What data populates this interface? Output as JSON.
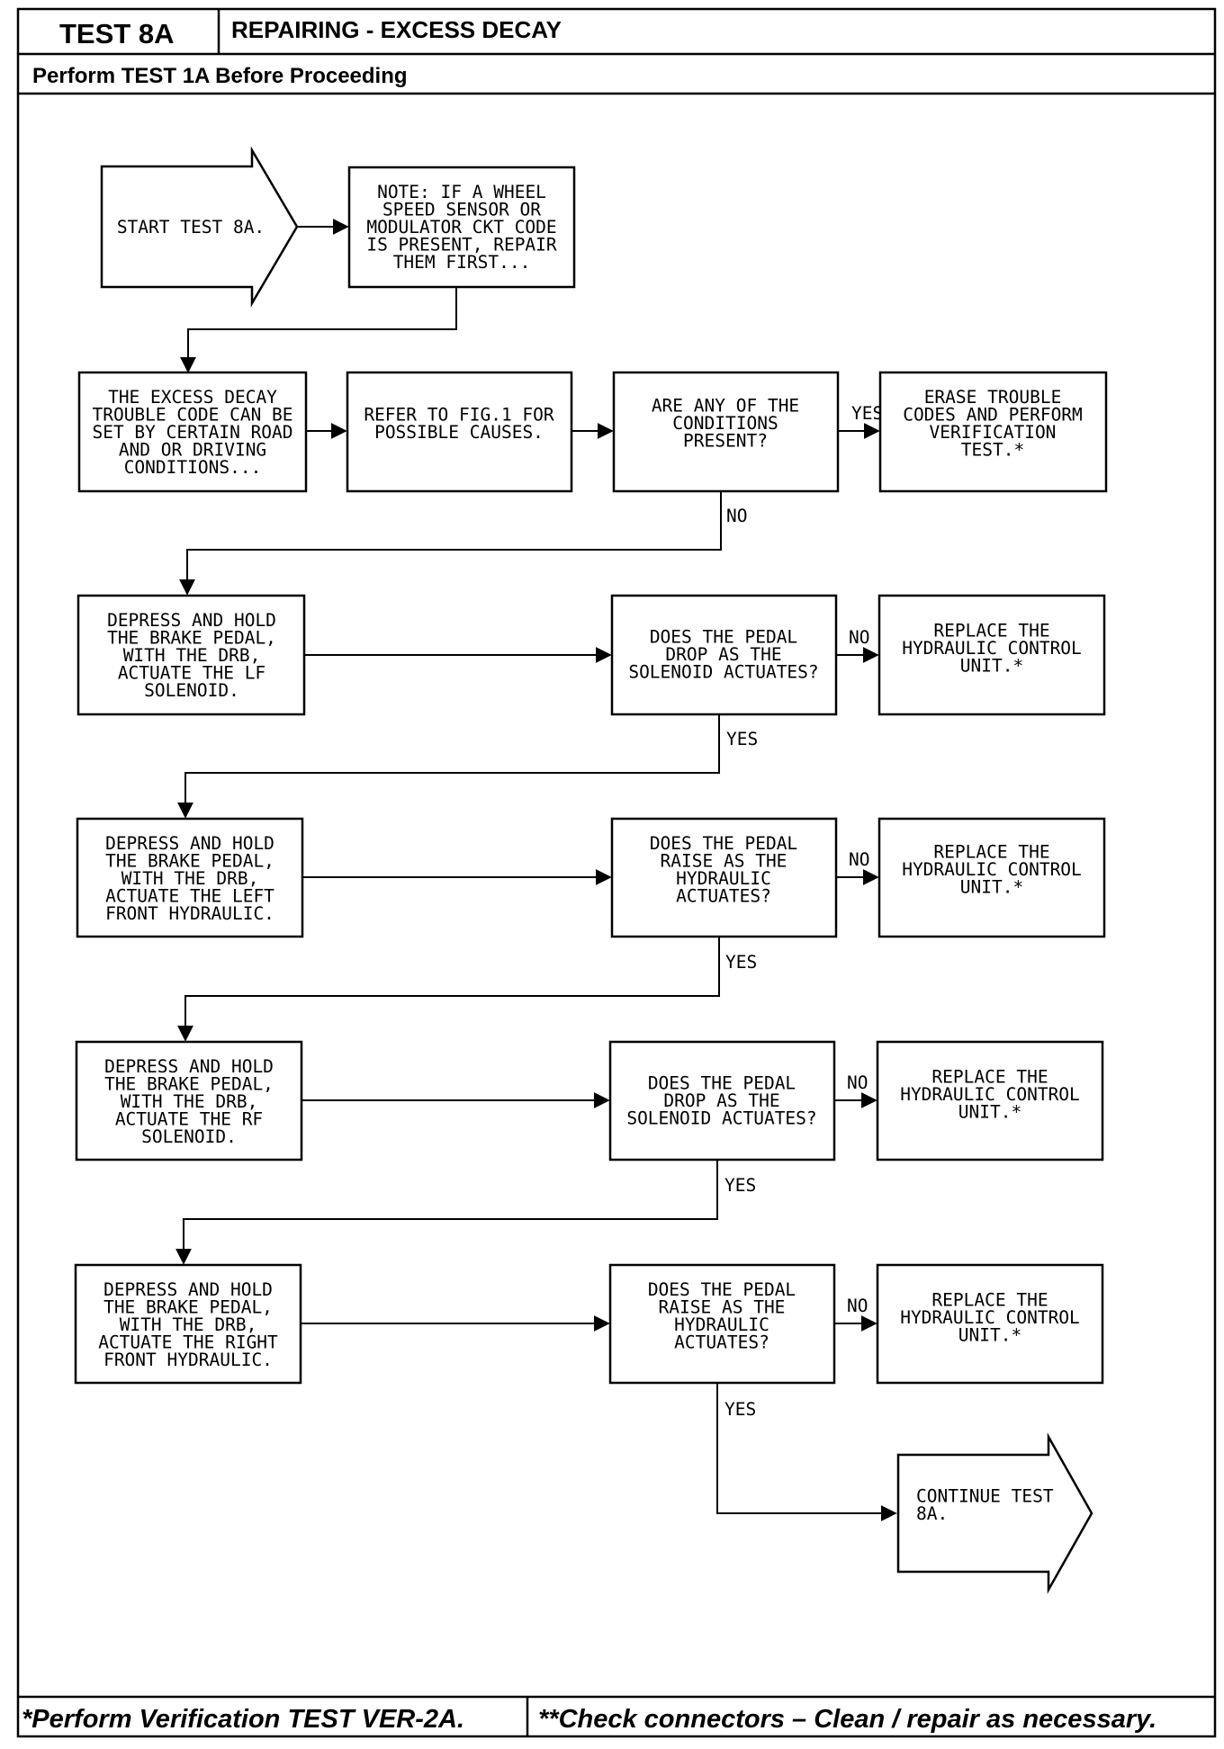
{
  "header": {
    "test_id": "TEST 8A",
    "title": "REPAIRING - EXCESS DECAY",
    "prerequisite": "Perform TEST 1A Before Proceeding"
  },
  "flowchart": {
    "start": [
      "START TEST 8A."
    ],
    "note": [
      "NOTE: IF A WHEEL",
      "SPEED SENSOR OR",
      "MODULATOR CKT CODE",
      "IS PRESENT, REPAIR",
      "THEM FIRST..."
    ],
    "excess_decay": [
      "THE EXCESS DECAY",
      "TROUBLE CODE CAN BE",
      "SET BY CERTAIN ROAD",
      "AND OR DRIVING",
      "CONDITIONS..."
    ],
    "refer_fig": [
      "REFER TO FIG.1 FOR",
      "POSSIBLE CAUSES."
    ],
    "conditions_q": [
      "ARE ANY OF THE",
      "CONDITIONS",
      "PRESENT?"
    ],
    "erase_codes": [
      "ERASE TROUBLE",
      "CODES AND PERFORM",
      "VERIFICATION",
      "TEST.*"
    ],
    "step_lf_sol": [
      "DEPRESS AND HOLD",
      "THE BRAKE PEDAL,",
      "WITH THE DRB,",
      "ACTUATE THE LF",
      "SOLENOID."
    ],
    "q_lf_sol": [
      "DOES THE PEDAL",
      "DROP AS THE",
      "SOLENOID ACTUATES?"
    ],
    "replace_1": [
      "REPLACE THE",
      "HYDRAULIC CONTROL",
      "UNIT.*"
    ],
    "step_lf_hyd": [
      "DEPRESS AND HOLD",
      "THE BRAKE PEDAL,",
      "WITH THE DRB,",
      "ACTUATE THE LEFT",
      "FRONT HYDRAULIC."
    ],
    "q_lf_hyd": [
      "DOES THE PEDAL",
      "RAISE AS THE",
      "HYDRAULIC",
      "ACTUATES?"
    ],
    "replace_2": [
      "REPLACE THE",
      "HYDRAULIC CONTROL",
      "UNIT.*"
    ],
    "step_rf_sol": [
      "DEPRESS AND HOLD",
      "THE BRAKE PEDAL,",
      "WITH THE DRB,",
      "ACTUATE THE RF",
      "SOLENOID."
    ],
    "q_rf_sol": [
      "DOES THE PEDAL",
      "DROP AS THE",
      "SOLENOID ACTUATES?"
    ],
    "replace_3": [
      "REPLACE THE",
      "HYDRAULIC CONTROL",
      "UNIT.*"
    ],
    "step_rf_hyd": [
      "DEPRESS AND HOLD",
      "THE BRAKE PEDAL,",
      "WITH THE DRB,",
      "ACTUATE THE RIGHT",
      "FRONT HYDRAULIC."
    ],
    "q_rf_hyd": [
      "DOES THE PEDAL",
      "RAISE AS THE",
      "HYDRAULIC",
      "ACTUATES?"
    ],
    "replace_4": [
      "REPLACE THE",
      "HYDRAULIC CONTROL",
      "UNIT.*"
    ],
    "continue": [
      "CONTINUE TEST",
      "8A."
    ]
  },
  "branch_labels": {
    "yes": "YES",
    "no": "NO"
  },
  "footer": {
    "left": "*Perform Verification TEST VER-2A.",
    "right": "**Check connectors – Clean / repair as necessary."
  }
}
